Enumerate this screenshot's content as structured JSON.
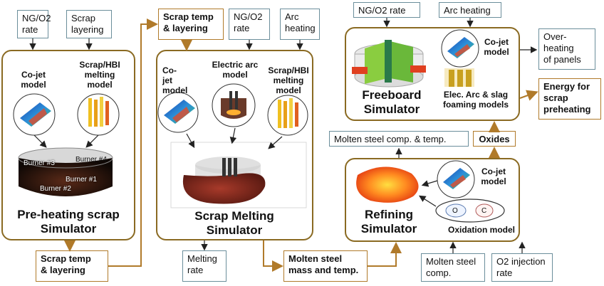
{
  "inputs": {
    "ng_o2_rate_1": "NG/O2\nrate",
    "scrap_layering": "Scrap\nlayering",
    "scrap_temp_layering_top": "Scrap temp\n& layering",
    "ng_o2_rate_2": "NG/O2\nrate",
    "arc_heating_1": "Arc\nheating",
    "ng_o2_rate_3": "NG/O2 rate",
    "arc_heating_2": "Arc heating"
  },
  "preheat": {
    "cojet": "Co-jet\nmodel",
    "scrap_hbi": "Scrap/HBI\nmelting\nmodel",
    "burners": [
      "Burner #3",
      "Burner #4",
      "Burner #1",
      "Burner #2"
    ],
    "title": "Pre-heating scrap\nSimulator"
  },
  "melting": {
    "cojet": "Co-\njet\nmodel",
    "electric_arc": "Electric arc\nmodel",
    "scrap_hbi": "Scrap/HBI\nmelting\nmodel",
    "title": "Scrap Melting\nSimulator"
  },
  "freeboard": {
    "cojet": "Co-jet\nmodel",
    "arc_slag": "Elec. Arc & slag\nfoaming models",
    "title": "Freeboard\nSimulator"
  },
  "refining": {
    "cojet": "Co-jet\nmodel",
    "oxidation": "Oxidation model",
    "o2_symbol": "O",
    "c_symbol": "C",
    "title": "Refining\nSimulator"
  },
  "outputs": {
    "overheating": "Over-\nheating\nof panels",
    "energy_preheat": "Energy for\nscrap\npreheating",
    "molten_comp_temp": "Molten steel comp. & temp.",
    "oxides": "Oxides",
    "scrap_temp_layering_bottom": "Scrap temp\n& layering",
    "melting_rate": "Melting\nrate",
    "molten_mass_temp": "Molten steel\nmass and temp.",
    "molten_steel_comp": "Molten steel\ncomp.",
    "o2_injection_rate": "O2 injection\nrate"
  },
  "colors": {
    "panel_border": "#8a6a22",
    "arrow_brown": "#b07a2a",
    "box_border": "#6b8e9b"
  }
}
